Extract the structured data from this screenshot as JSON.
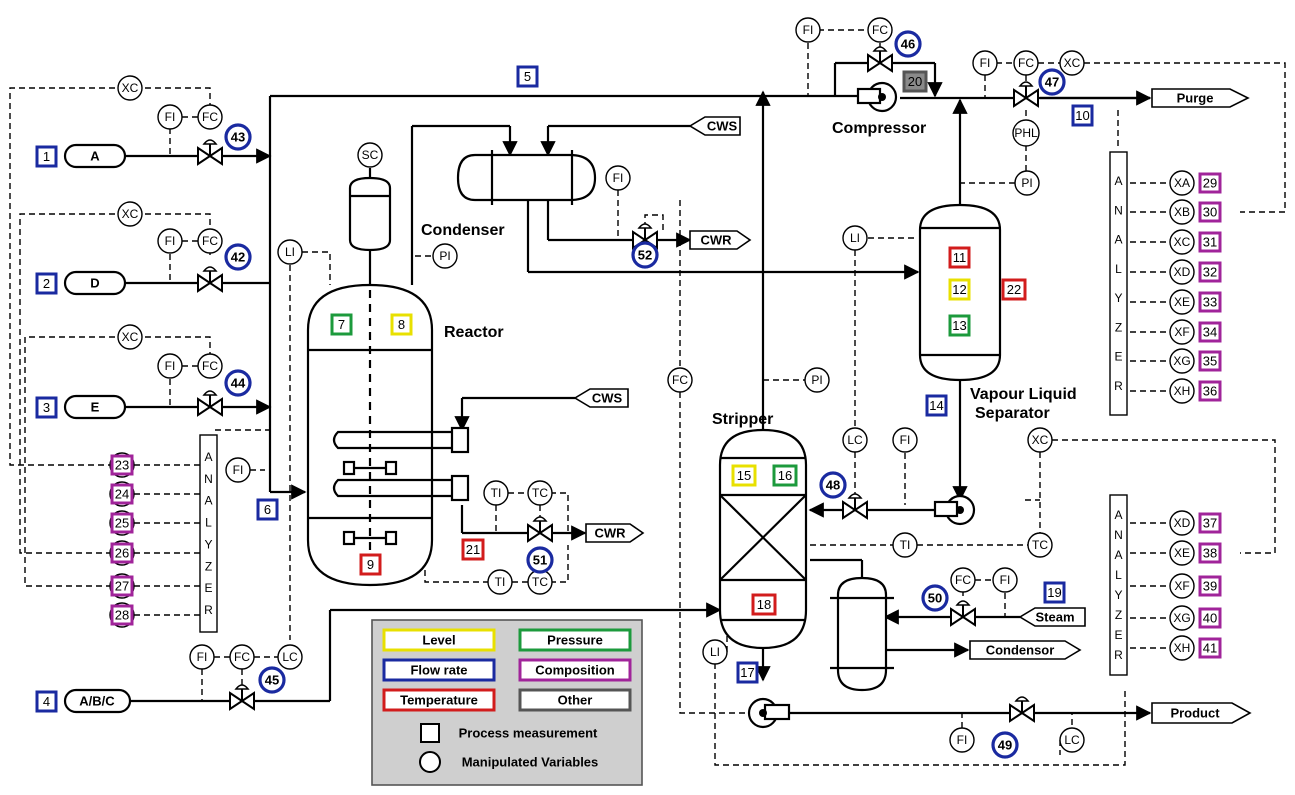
{
  "labels": {
    "reactor": "Reactor",
    "condenser": "Condenser",
    "compressor": "Compressor",
    "stripper": "Stripper",
    "separator_line1": "Vapour Liquid",
    "separator_line2": "Separator"
  },
  "streams": {
    "feed_a": "A",
    "feed_d": "D",
    "feed_e": "E",
    "feed_abc": "A/B/C",
    "purge": "Purge",
    "product": "Product",
    "steam": "Steam",
    "condensor": "Condensor",
    "cws_condenser": "CWS",
    "cwr_condenser": "CWR",
    "cws_reactor": "CWS",
    "cwr_reactor": "CWR"
  },
  "analyzer_label": "ANALYZER",
  "manipulated_variables": [
    "42",
    "43",
    "44",
    "45",
    "46",
    "47",
    "48",
    "49",
    "50",
    "51",
    "52"
  ],
  "measurements": {
    "flow": [
      "1",
      "2",
      "3",
      "4",
      "5",
      "6",
      "10",
      "14",
      "17",
      "19"
    ],
    "level": [
      "8",
      "12",
      "15"
    ],
    "pressure": [
      "7",
      "13",
      "16"
    ],
    "temperature": [
      "9",
      "11",
      "18",
      "21",
      "22"
    ],
    "composition": [
      "23",
      "24",
      "25",
      "26",
      "27",
      "28",
      "29",
      "30",
      "31",
      "32",
      "33",
      "34",
      "35",
      "36",
      "37",
      "38",
      "39",
      "40",
      "41"
    ],
    "other": [
      "20"
    ]
  },
  "instrument_tags": {
    "fi": "FI",
    "fc": "FC",
    "xc": "XC",
    "li": "LI",
    "lc": "LC",
    "pi": "PI",
    "sc": "SC",
    "ti": "TI",
    "tc": "TC",
    "phl": "PHL",
    "xa": "XA",
    "xb": "XB",
    "xd": "XD",
    "xe": "XE",
    "xf": "XF",
    "xg": "XG",
    "xh": "XH"
  },
  "legend": {
    "level": "Level",
    "pressure": "Pressure",
    "flow_rate": "Flow rate",
    "composition": "Composition",
    "temperature": "Temperature",
    "other": "Other",
    "process_measurement": "Process measurement",
    "manipulated_variables": "Manipulated Variables"
  },
  "colors": {
    "level": "#e8e000",
    "pressure": "#1c9a3c",
    "flow": "#1a2aa0",
    "composition": "#a0249a",
    "temperature": "#d21c1c",
    "other": "#555555",
    "legend_bg": "#cfcfcf"
  }
}
